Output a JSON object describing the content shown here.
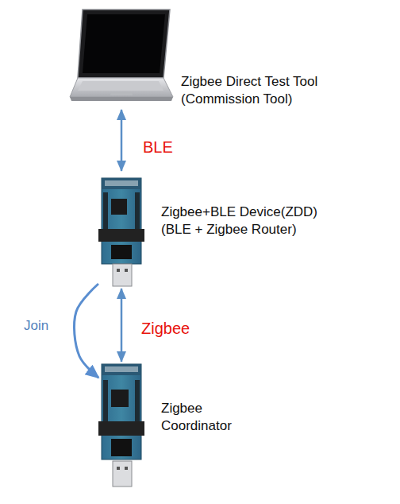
{
  "diagram": {
    "nodes": [
      {
        "text": [
          "Zigbee Direct Test Tool (Commission Tool)"
        ]
      },
      {
        "text": [
          "Zigbee+BLE Device(ZDD) (BLE + Zigbee Router)"
        ]
      },
      {
        "text": [
          "Zigbee Coordinator"
        ]
      }
    ],
    "edges": [
      {
        "from": 0,
        "to": 1,
        "label": "BLE",
        "arrow": "both"
      },
      {
        "from": 1,
        "to": 2,
        "label": "Zigbee",
        "arrow": "both"
      },
      {
        "from": 1,
        "to": 2,
        "label": "Join",
        "arrow": "to"
      }
    ]
  }
}
